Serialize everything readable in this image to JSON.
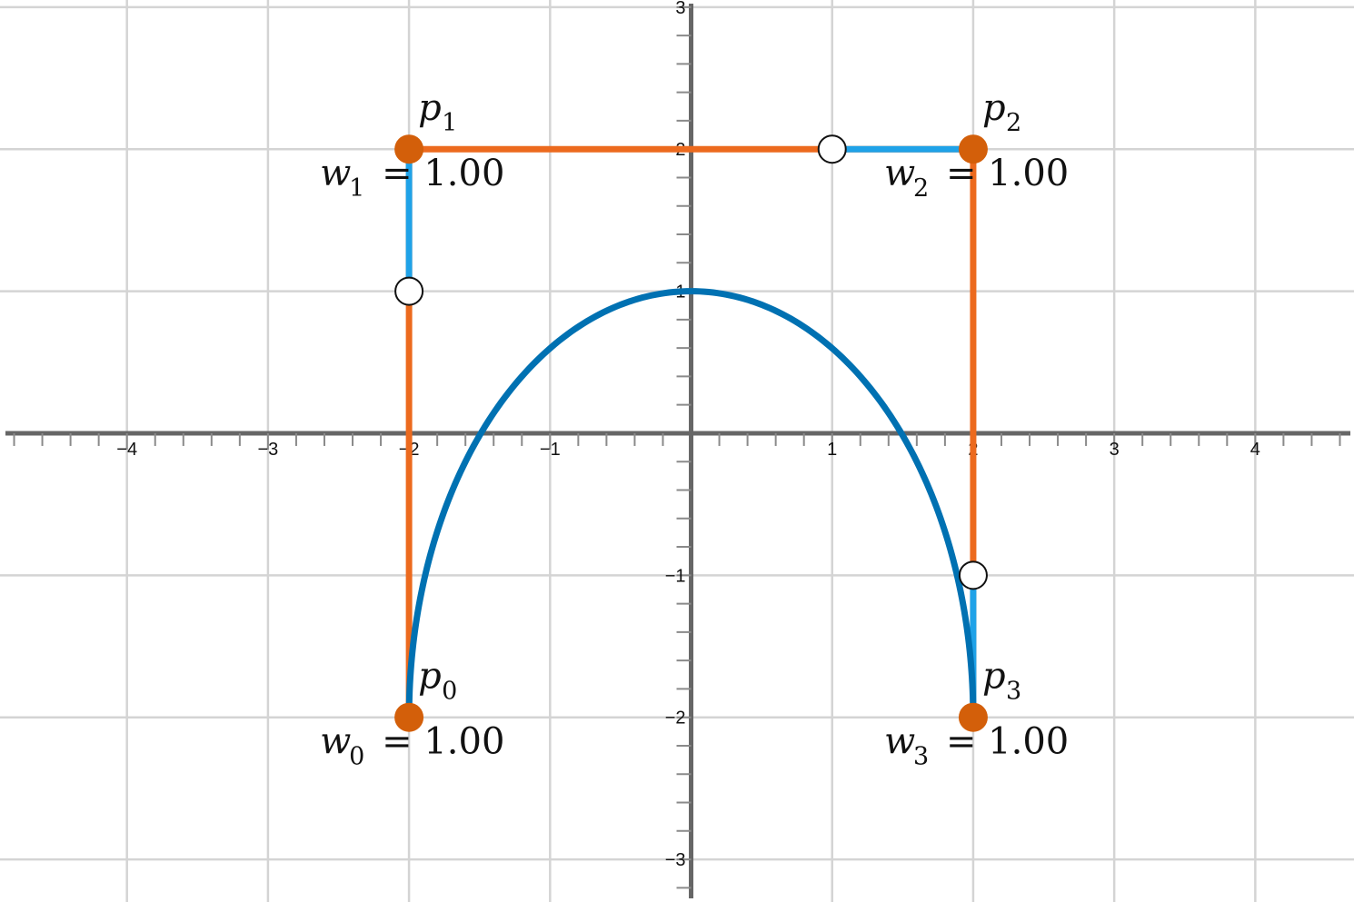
{
  "chart_data": {
    "type": "line",
    "title": "",
    "xlabel": "",
    "ylabel": "",
    "xlim": [
      -4.9,
      4.7
    ],
    "ylim": [
      -3.3,
      3.05
    ],
    "grid": true,
    "x_ticks": [
      -4,
      -3,
      -2,
      -1,
      1,
      2,
      3,
      4
    ],
    "y_ticks": [
      -3,
      -2,
      -1,
      1,
      2,
      3
    ],
    "x_tick_labels": [
      "−4",
      "−3",
      "−2",
      "−1",
      "1",
      "2",
      "3",
      "4"
    ],
    "y_tick_labels": [
      "−3",
      "−2",
      "−1",
      "1",
      "2",
      "3"
    ],
    "colors": {
      "axis": "#666666",
      "grid": "#d4d4d4",
      "curve": "#0071b2",
      "polygon": "#ec6a1e",
      "polygon_highlight": "#1fa2e8",
      "control_point": "#d35f0a",
      "midpoint_fill": "#ffffff",
      "midpoint_stroke": "#111111"
    },
    "control_points": [
      {
        "name": "p",
        "sub": "0",
        "x": -2,
        "y": -2,
        "weight_label": "w",
        "weight_sub": "0",
        "weight_text": "= 1.00"
      },
      {
        "name": "p",
        "sub": "1",
        "x": -2,
        "y": 2,
        "weight_label": "w",
        "weight_sub": "1",
        "weight_text": "= 1.00"
      },
      {
        "name": "p",
        "sub": "2",
        "x": 2,
        "y": 2,
        "weight_label": "w",
        "weight_sub": "2",
        "weight_text": "= 1.00"
      },
      {
        "name": "p",
        "sub": "3",
        "x": 2,
        "y": -2,
        "weight_label": "w",
        "weight_sub": "3",
        "weight_text": "= 1.00"
      }
    ],
    "weights": [
      1.0,
      1.0,
      1.0,
      1.0
    ],
    "curve": {
      "type": "rational-bezier",
      "degree": 3,
      "from": [
        -2,
        -2
      ],
      "to": [
        2,
        -2
      ],
      "apex": [
        0,
        1
      ]
    },
    "midpoint_markers": [
      {
        "x": -2,
        "y": 1
      },
      {
        "x": 1,
        "y": 2
      },
      {
        "x": 2,
        "y": -1
      }
    ],
    "highlight_segments": [
      {
        "from": [
          -2,
          1
        ],
        "to": [
          -2,
          2
        ]
      },
      {
        "from": [
          1,
          2
        ],
        "to": [
          2,
          2
        ]
      },
      {
        "from": [
          2,
          -1
        ],
        "to": [
          2,
          -2
        ]
      }
    ]
  }
}
